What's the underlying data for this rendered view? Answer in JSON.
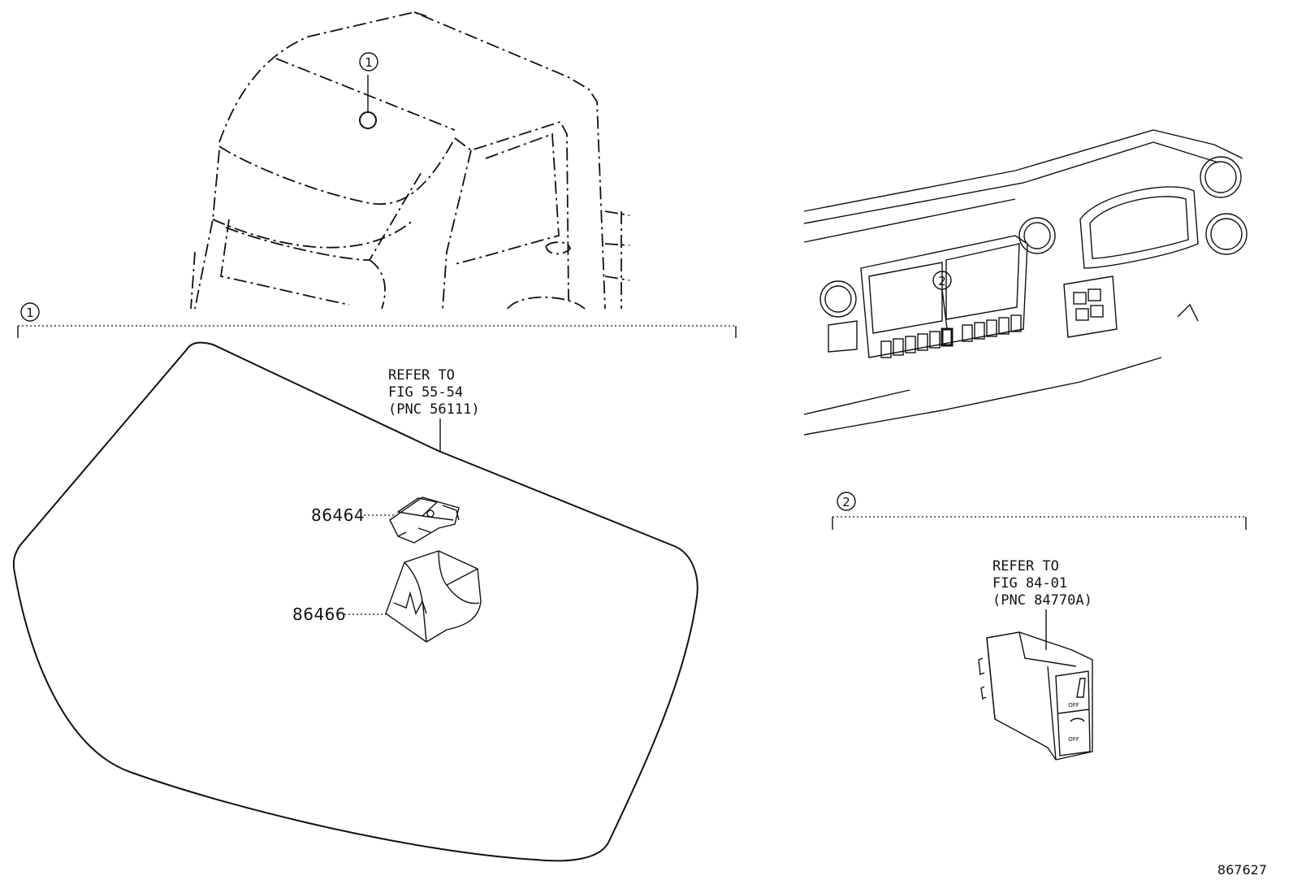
{
  "callouts": {
    "one": "1",
    "two": "2"
  },
  "group_1": {
    "marker": "1",
    "refer": [
      "REFER TO",
      "FIG 55-54",
      "(PNC 56111)"
    ],
    "parts": [
      {
        "number": "86464"
      },
      {
        "number": "86466"
      }
    ]
  },
  "group_2": {
    "marker": "2",
    "refer": [
      "REFER TO",
      "FIG 84-01",
      "(PNC 84770A)"
    ],
    "switch_labels": [
      "OFF",
      "OFF"
    ]
  },
  "illustration_id": "867627"
}
